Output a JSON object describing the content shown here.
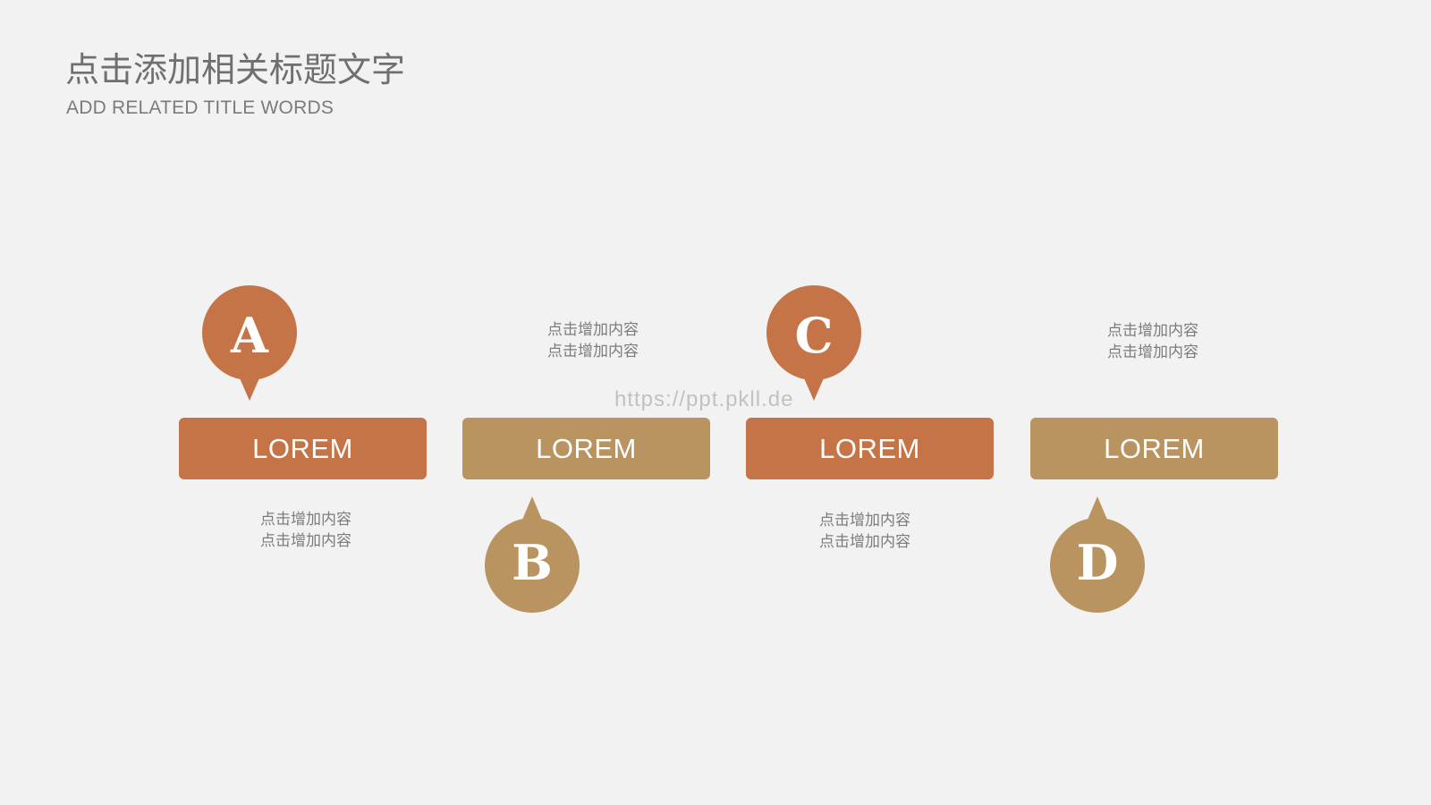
{
  "slide": {
    "title": "点击添加相关标题文字",
    "subtitle": "ADD RELATED TITLE WORDS",
    "watermark": "https://ppt.pkll.de"
  },
  "colors": {
    "background": "#f3f2f2",
    "orange": "#c47447",
    "tan": "#b99461",
    "text_gray": "#7c7c7c"
  },
  "steps": [
    {
      "letter": "A",
      "label": "LOREM",
      "description_line_1": "点击增加内容",
      "description_line_2": "点击增加内容",
      "color": "#c47447"
    },
    {
      "letter": "B",
      "label": "LOREM",
      "description_line_1": "点击增加内容",
      "description_line_2": "点击增加内容",
      "color": "#b99461"
    },
    {
      "letter": "C",
      "label": "LOREM",
      "description_line_1": "点击增加内容",
      "description_line_2": "点击增加内容",
      "color": "#c47447"
    },
    {
      "letter": "D",
      "label": "LOREM",
      "description_line_1": "点击增加内容",
      "description_line_2": "点击增加内容",
      "color": "#b99461"
    }
  ]
}
